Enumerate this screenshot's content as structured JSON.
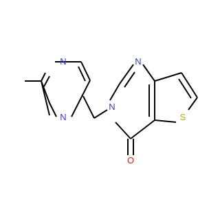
{
  "colors": {
    "background": "#ffffff",
    "bond": "#000000",
    "nitrogen": "#3333ee",
    "oxygen": "#ff0d0d",
    "sulfur": "#b2b200"
  },
  "atoms": {
    "n_pyrazine_top": "N",
    "n_pyrazine_bottom": "N",
    "n_pyrimidine_top": "N",
    "n_pyrimidine_ring": "N",
    "sulfur": "S",
    "oxygen": "O"
  }
}
